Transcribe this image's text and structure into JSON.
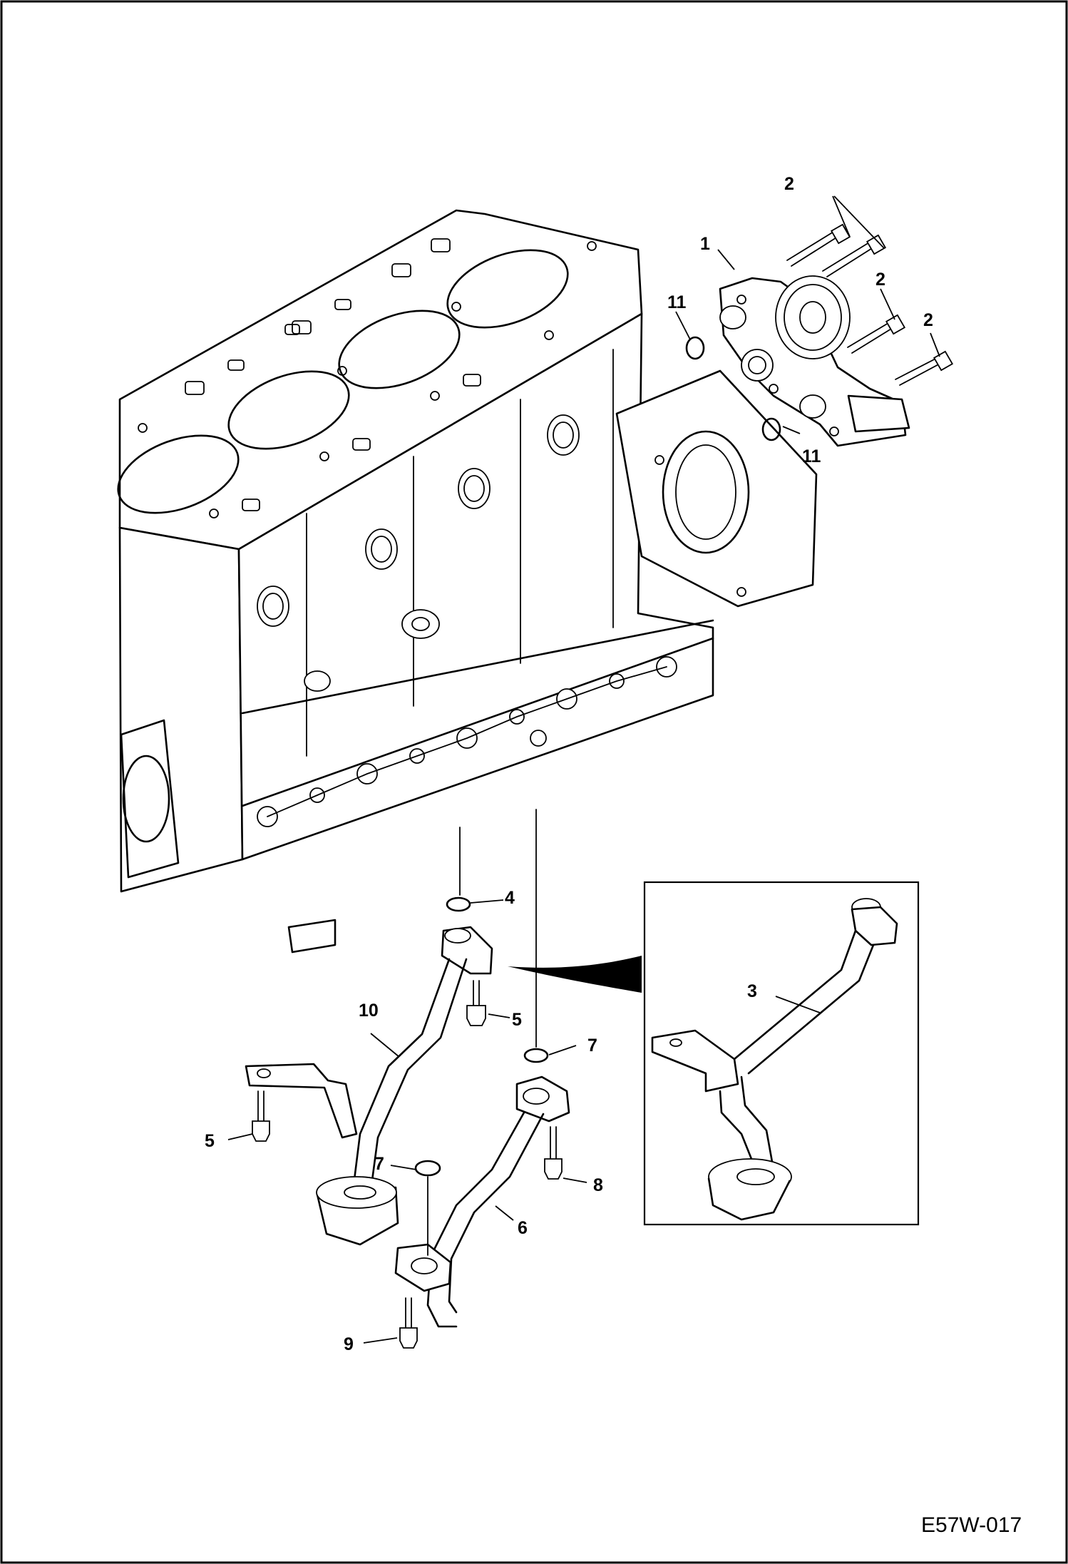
{
  "callouts": {
    "c1": "1",
    "c2a": "2",
    "c2b": "2",
    "c2c": "2",
    "c3": "3",
    "c4": "4",
    "c5a": "5",
    "c5b": "5",
    "c6": "6",
    "c7a": "7",
    "c7b": "7",
    "c8": "8",
    "c9": "9",
    "c10": "10",
    "c11a": "11",
    "c11b": "11"
  },
  "figure_id": "E57W-017"
}
